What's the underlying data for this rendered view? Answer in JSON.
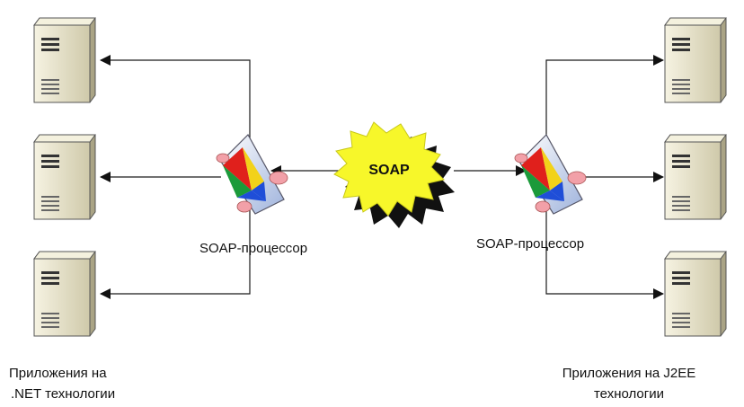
{
  "hub": {
    "label": "SOAP"
  },
  "left": {
    "processor_label": "SOAP-процессор",
    "caption_line1": "Приложения на",
    "caption_line2": ".NET технологии",
    "server_count": 3
  },
  "right": {
    "processor_label": "SOAP-процессор",
    "caption_line1": "Приложения на J2EE",
    "caption_line2": "технологии",
    "server_count": 3
  },
  "colors": {
    "line": "#1a1a1a",
    "burst_fill": "#f7f72a",
    "burst_shadow": "#111111",
    "server_body": "#e9e5cf",
    "server_shade": "#bdb79a",
    "processor_glass": "#c9d6ee",
    "processor_red": "#e0201c",
    "processor_blue": "#1f4ed8",
    "processor_green": "#1b9a3a",
    "processor_yellow": "#f2d21a",
    "processor_pink": "#f2a0a8"
  }
}
